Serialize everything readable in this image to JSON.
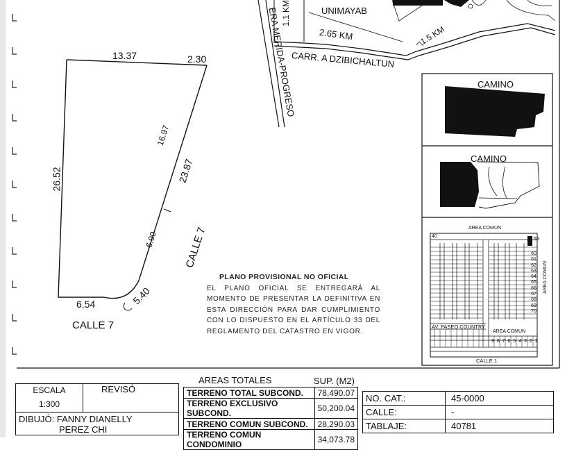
{
  "location_map": {
    "road_progreso": "CARRETERA MERIDA-PROGRESO",
    "road_progreso_visible": "ERA MERIDA-PROGRESO",
    "dist_1": "1.1 KM",
    "place": "UNIMAYAB",
    "dist_2": "2.65 KM",
    "dist_3": "1.5 KM",
    "road_dzibilchaltun": "CARR. A DZIBICHALTUN"
  },
  "lot_plan": {
    "top_side": "13.37",
    "top_right": "2.30",
    "left_side": "26.52",
    "right_upper_inner": "16.97",
    "right_total": "23.87",
    "right_lower_inner": "6.90",
    "curve": "5.40",
    "bottom_side": "6.54",
    "street_right": "CALLE 7",
    "street_bottom": "CALLE 7"
  },
  "notice": {
    "heading": "PLANO PROVISIONAL NO OFICIAL",
    "body": "EL PLANO OFICIAL SE ENTREGARÁ AL MOMENTO DE PRESENTAR LA DEFINITIVA EN ESTA DIRECCIÓN PARA DAR CUMPLIMIENTO CON LO DISPUESTO EN EL ARTÍCULO 33 DEL REGLAMENTO DEL CATASTRO EN VIGOR."
  },
  "insets": {
    "camino_1": "CAMINO",
    "camino_2": "CAMINO",
    "subdivision": {
      "area_comun_top": "AREA COMUN",
      "area_comun_right": "AREA COMUN",
      "area_comun_bottom": "AREA COMUN",
      "avenue": "AV. PASEO COUNTRY",
      "calle_1": "CALLE 1",
      "lot_40": "40",
      "lot_59": "59",
      "right_lots": [
        "60",
        "61",
        "62",
        "63",
        "64",
        "65",
        "66",
        "67",
        "68",
        "69",
        "70"
      ],
      "bottom_lots": "9 8 7 6 5 4 3 2 1"
    }
  },
  "title_block": {
    "escala_label": "ESCALA",
    "escala_value": "1:300",
    "reviso_label": "REVISÓ",
    "dibujo_label": "DIBUJÓ: FANNY DIANELLY",
    "dibujo_label_2": "PEREZ CHI",
    "areas_header": "AREAS TOTALES",
    "sup_header": "SUP. (M2)",
    "areas": [
      {
        "label": "TERRENO TOTAL SUBCOND.",
        "value": "78,490.07"
      },
      {
        "label": "TERRENO EXCLUSIVO SUBCOND.",
        "value": "50,200.04"
      },
      {
        "label": "TERRENO COMUN SUBCOND.",
        "value": "28,290.03"
      },
      {
        "label": "TERRENO COMUN CONDOMINIO",
        "value": "34,073.78"
      }
    ],
    "cat": [
      {
        "label": "NO. CAT.:",
        "value": "45-0000"
      },
      {
        "label": "CALLE:",
        "value": "-"
      },
      {
        "label": "TABLAJE:",
        "value": "40781"
      }
    ]
  }
}
